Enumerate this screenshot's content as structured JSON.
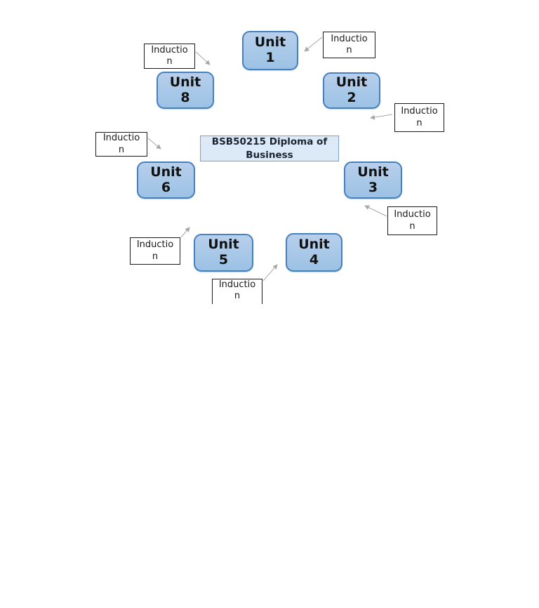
{
  "diagram": {
    "center": {
      "label": "BSB50215 Diploma of Business"
    },
    "units": [
      {
        "label": "Unit",
        "number": "1"
      },
      {
        "label": "Unit",
        "number": "2"
      },
      {
        "label": "Unit",
        "number": "3"
      },
      {
        "label": "Unit",
        "number": "4"
      },
      {
        "label": "Unit",
        "number": "5"
      },
      {
        "label": "Unit",
        "number": "6"
      },
      {
        "label": "Unit",
        "number": "8"
      }
    ],
    "induction_boxes": [
      {
        "label": "Induction",
        "points_to": "Unit 1"
      },
      {
        "label": "Induction",
        "points_to": "Unit 2"
      },
      {
        "label": "Induction",
        "points_to": "Unit 3"
      },
      {
        "label": "Induction",
        "points_to": "Unit 4"
      },
      {
        "label": "Induction",
        "points_to": "Unit 5"
      },
      {
        "label": "Induction",
        "points_to": "Unit 6"
      },
      {
        "label": "Induction",
        "points_to": "Unit 8"
      }
    ]
  },
  "colors": {
    "unit_fill_top": "#b7cfeb",
    "unit_fill_bottom": "#9cc2e5",
    "unit_border": "#4680be",
    "unit_text": "#111111",
    "title_fill": "#dce9f7",
    "title_border": "#7f9fd0",
    "title_text": "#1a2433",
    "induction_border": "#1a1a1a",
    "induction_text": "#1a1a1a",
    "arrow": "#a8a8a8",
    "page_bg": "#ffffff"
  }
}
